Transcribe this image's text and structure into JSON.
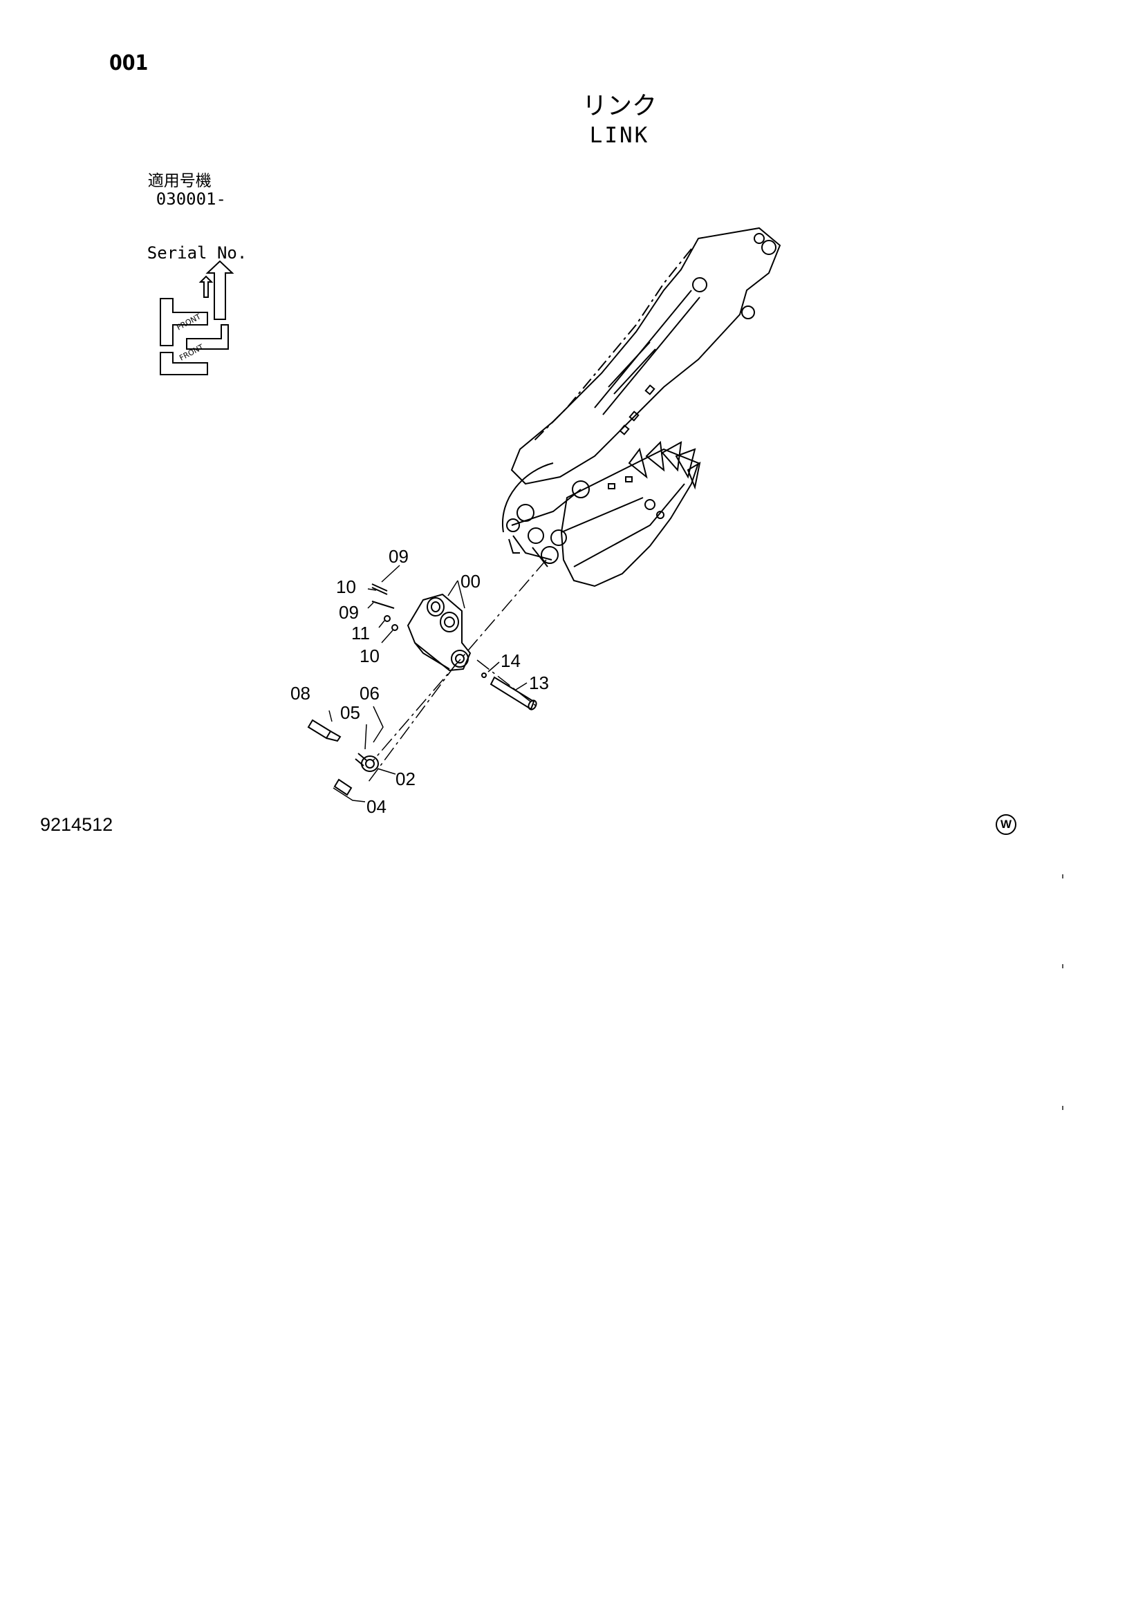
{
  "page": {
    "number": "001",
    "drawing_no": "9214512",
    "mark": "W"
  },
  "title": {
    "ja": "リンク",
    "en": "LINK"
  },
  "serial": {
    "label_ja": "適用号機",
    "value": "030001-",
    "label_en": "Serial No."
  },
  "parts": {
    "p00": "00",
    "p02": "02",
    "p04": "04",
    "p05": "05",
    "p06": "06",
    "p08": "08",
    "p09a": "09",
    "p09b": "09",
    "p10a": "10",
    "p10b": "10",
    "p11": "11",
    "p13": "13",
    "p14": "14"
  }
}
